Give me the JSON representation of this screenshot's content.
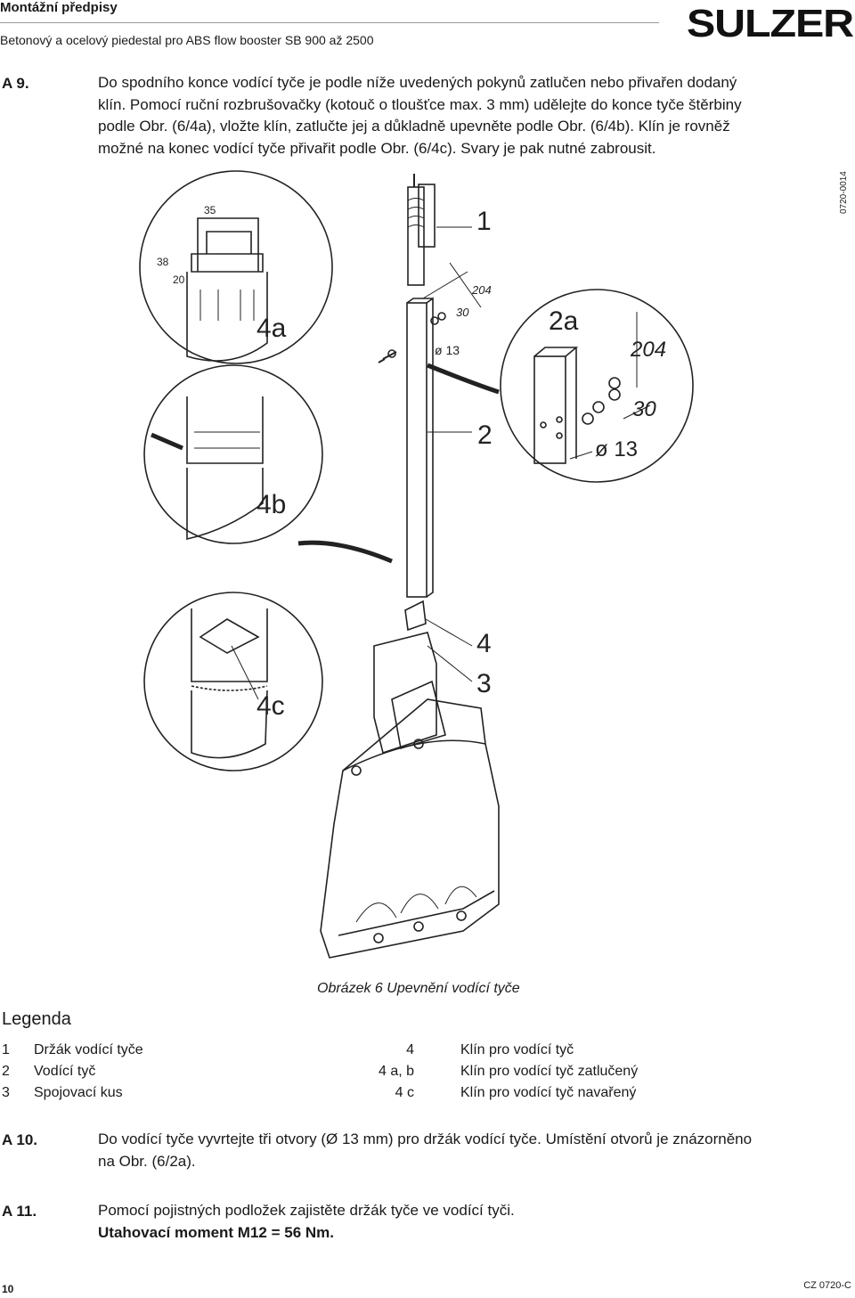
{
  "header": {
    "title": "Montážní předpisy",
    "subtitle": "Betonový a ocelový piedestal pro ABS flow booster SB 900 až 2500",
    "logo": "SULZER"
  },
  "steps": [
    {
      "no": "A 9.",
      "lines": [
        "Do spodního konce vodící tyče je podle níže uvedených pokynů zatlučen nebo přivařen dodaný",
        "klín. Pomocí ruční rozbrušovačky (kotouč o tloušťce max. 3 mm) udělejte do konce tyče štěrbiny",
        "podle Obr. (6/4a), vložte klín, zatlučte jej a důkladně upevněte podle Obr. (6/4b). Klín je rovněž",
        "možné na konec vodící tyče přivařit podle Obr. (6/4c). Svary je pak nutné zabrousit."
      ]
    },
    {
      "no": "A 10.",
      "lines": [
        "Do vodící tyče vyvrtejte tři otvory (Ø 13 mm) pro držák vodící tyče. Umístění otvorů je znázorněno",
        "na Obr. (6/2a)."
      ]
    },
    {
      "no": "A 11.",
      "lines": [
        "Pomocí pojistných podložek zajistěte držák tyče ve vodící tyči.",
        "Utahovací moment M12 = 56 Nm."
      ]
    }
  ],
  "figure": {
    "code": "0720-0014",
    "labels": {
      "l1": "1",
      "l2": "2",
      "l2a": "2a",
      "l3": "3",
      "l4": "4",
      "l4a": "4a",
      "l4b": "4b",
      "l4c": "4c"
    },
    "dims": {
      "d35": "35",
      "d38": "38",
      "d20": "20",
      "d204_small": "204",
      "d30_small": "30",
      "d13_small": "ø 13",
      "d204": "204",
      "d30": "30",
      "d13": "ø 13"
    },
    "caption": "Obrázek 6 Upevnění vodící tyče"
  },
  "legend": {
    "title": "Legenda",
    "left": [
      {
        "no": "1",
        "text": "Držák vodící tyče"
      },
      {
        "no": "2",
        "text": "Vodící tyč"
      },
      {
        "no": "3",
        "text": "Spojovací kus"
      }
    ],
    "right": [
      {
        "no": "4",
        "text": "Klín pro vodící tyč"
      },
      {
        "no": "4 a, b",
        "text": "Klín pro vodící tyč zatlučený"
      },
      {
        "no": "4 c",
        "text": "Klín pro vodící tyč navařený"
      }
    ]
  },
  "footer": {
    "page": "10",
    "code": "CZ 0720-C"
  }
}
